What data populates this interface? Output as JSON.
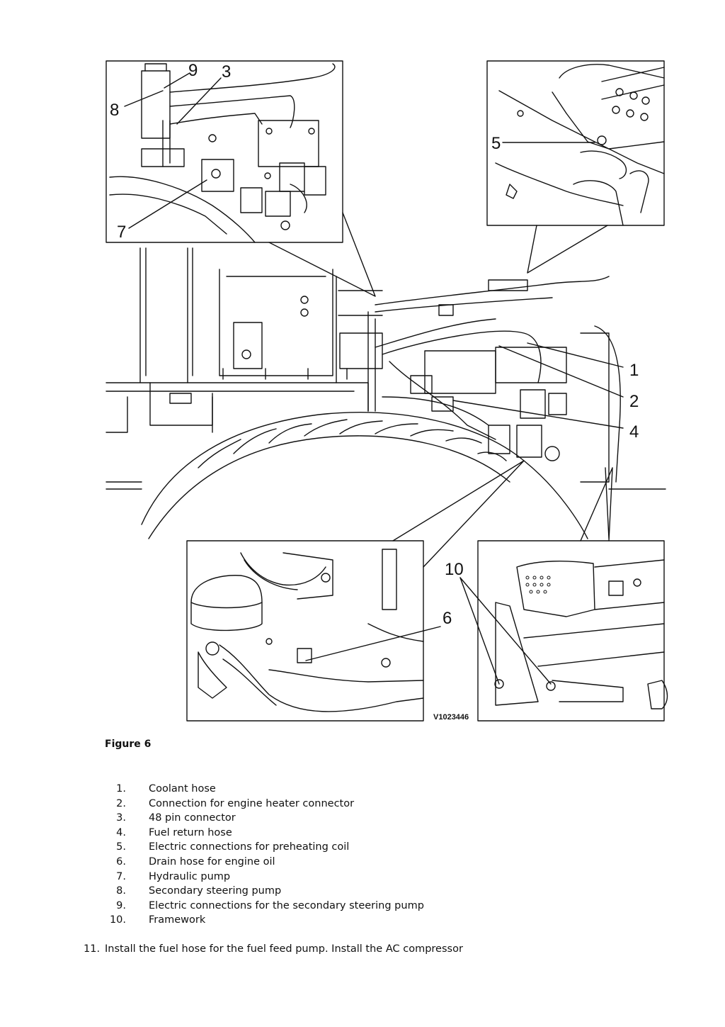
{
  "figure": {
    "caption": "Figure 6",
    "image_code": "V1023446",
    "callouts": [
      "1",
      "2",
      "3",
      "4",
      "5",
      "6",
      "7",
      "8",
      "9",
      "10"
    ]
  },
  "legend": [
    {
      "num": "1.",
      "text": "Coolant hose"
    },
    {
      "num": "2.",
      "text": "Connection for engine heater connector"
    },
    {
      "num": "3.",
      "text": "48 pin connector"
    },
    {
      "num": "4.",
      "text": "Fuel return hose"
    },
    {
      "num": "5.",
      "text": "Electric connections for preheating coil"
    },
    {
      "num": "6.",
      "text": "Drain hose for engine oil"
    },
    {
      "num": "7.",
      "text": "Hydraulic pump"
    },
    {
      "num": "8.",
      "text": "Secondary steering pump"
    },
    {
      "num": "9.",
      "text": "Electric connections for the secondary steering pump"
    },
    {
      "num": "10.",
      "text": "Framework"
    }
  ],
  "step": {
    "num": "11.",
    "text": "Install the fuel hose for the fuel feed pump. Install the AC compressor"
  }
}
